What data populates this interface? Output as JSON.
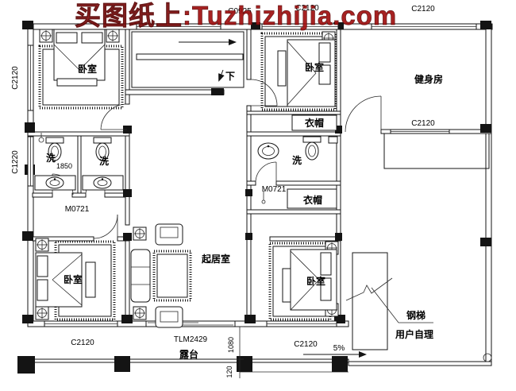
{
  "watermark": {
    "text": "买图纸上:Tuzhizhijia.com",
    "color": "#a01010"
  },
  "rooms": {
    "bedroom_top_left": "卧室",
    "bedroom_top_mid": "卧室",
    "bedroom_bottom_left": "卧室",
    "bedroom_bottom_mid": "卧室",
    "gym": "健身房",
    "living_room": "起居室",
    "terrace": "露台",
    "cloakroom_top": "衣帽",
    "cloakroom_bottom": "衣帽",
    "wash_left_1": "洗",
    "wash_left_2": "洗",
    "wash_mid": "洗"
  },
  "stairs": {
    "down": "下",
    "steel": "钢梯",
    "note": "用户自理"
  },
  "openings": {
    "win_top_1": "C0925",
    "win_top_2": "C2120",
    "win_top_3": "C2120",
    "win_left_upper": "C2120",
    "win_left_lower": "C1220",
    "win_gym": "C2120",
    "win_bottom_left": "C2120",
    "win_bottom_mid": "C2120",
    "door_left_bath": "M0721",
    "door_mid_bath": "M0721",
    "door_terrace": "TLM2429"
  },
  "dimensions": {
    "bath_width": "1850",
    "terrace_depth": "1080",
    "ledge": "120",
    "slope": "5%"
  }
}
